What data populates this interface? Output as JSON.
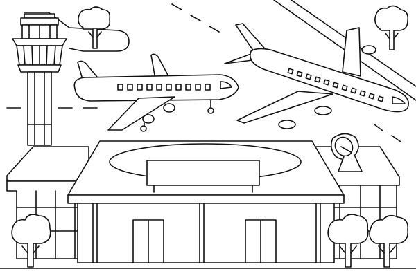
{
  "scene": {
    "style": "black-and-white coloring page line art",
    "line_color": "#111111",
    "fill_color": "#ffffff",
    "subjects": [
      "control-tower",
      "airliner",
      "jet-airliner",
      "terminal-building",
      "satellite-dish",
      "trees",
      "runway"
    ]
  }
}
